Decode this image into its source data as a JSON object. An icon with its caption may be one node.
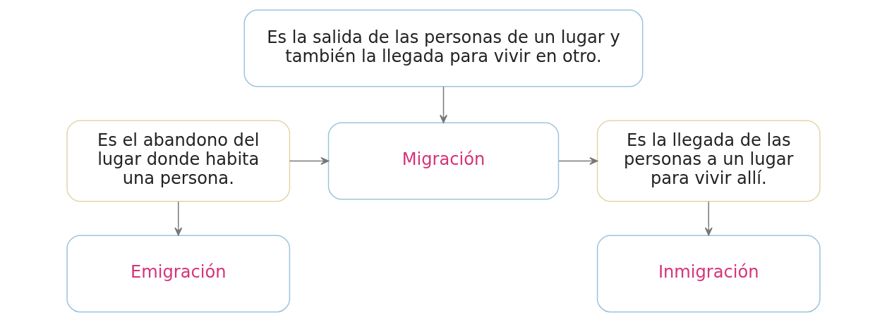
{
  "diagram": {
    "nodes": [
      {
        "text": [
          "Es la salida de las personas de un lugar y también la llegada para vivir en otro."
        ]
      },
      {
        "text": [
          "Es el abandono del lugar donde habita una persona."
        ]
      },
      {
        "text": [
          "Migración"
        ]
      },
      {
        "text": [
          "Es la llegada de las personas a un lugar para vivir allí."
        ]
      },
      {
        "text": [
          "Emigración"
        ]
      },
      {
        "text": [
          "Inmigración"
        ]
      }
    ],
    "edges": [
      {
        "from": 0,
        "to": 2,
        "arrow": "to"
      },
      {
        "from": 1,
        "to": 2,
        "arrow": "to"
      },
      {
        "from": 2,
        "to": 3,
        "arrow": "to"
      },
      {
        "from": 1,
        "to": 4,
        "arrow": "to"
      },
      {
        "from": 3,
        "to": 5,
        "arrow": "to"
      }
    ]
  }
}
